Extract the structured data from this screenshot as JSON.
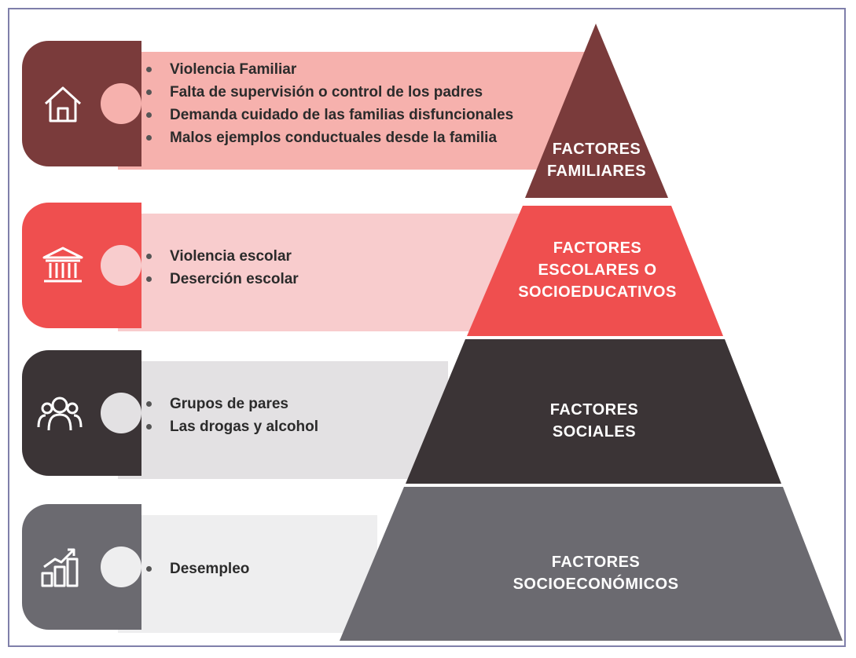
{
  "colors": {
    "familiar_dark": "#7a3b3b",
    "familiar_light": "#f6b1ad",
    "escolar_dark": "#ef4f4f",
    "escolar_light": "#f8cccd",
    "social_dark": "#3b3436",
    "social_light": "#e3e1e3",
    "socioeconomico_dark": "#6b6a70",
    "socioeconomico_light": "#eeeeef"
  },
  "tiers": [
    {
      "label_line1": "FACTORES",
      "label_line2": "FAMILIARES",
      "icon": "house-icon",
      "bullets": [
        "Violencia Familiar",
        "Falta de supervisión o control de los padres",
        "Demanda cuidado de las familias disfuncionales",
        "Malos ejemplos conductuales desde la familia"
      ]
    },
    {
      "label_line1": "FACTORES",
      "label_line2": "ESCOLARES O",
      "label_line3": "SOCIOEDUCATIVOS",
      "icon": "school-building-icon",
      "bullets": [
        "Violencia escolar",
        "Deserción escolar"
      ]
    },
    {
      "label_line1": "FACTORES",
      "label_line2": "SOCIALES",
      "icon": "people-group-icon",
      "bullets": [
        "Grupos de pares",
        "Las drogas y alcohol"
      ]
    },
    {
      "label_line1": "FACTORES",
      "label_line2": "SOCIOECONÓMICOS",
      "icon": "bar-chart-growth-icon",
      "bullets": [
        "Desempleo"
      ]
    }
  ]
}
